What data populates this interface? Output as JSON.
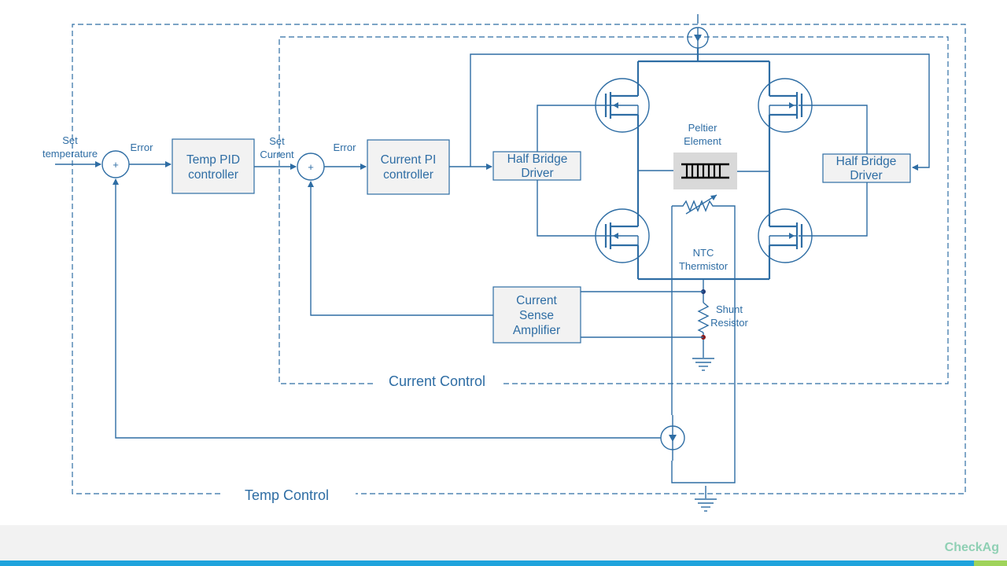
{
  "labels": {
    "set_temperature_1": "Set",
    "set_temperature_2": "temperature",
    "error_1": "Error",
    "set_current_1": "Set",
    "set_current_2": "Current",
    "error_2": "Error",
    "peltier_1": "Peltier",
    "peltier_2": "Element",
    "ntc_1": "NTC",
    "ntc_2": "Thermistor",
    "shunt_1": "Shunt",
    "shunt_2": "Resistor",
    "sum_symbol": "+"
  },
  "blocks": {
    "temp_pid_1": "Temp PID",
    "temp_pid_2": "controller",
    "current_pi_1": "Current PI",
    "current_pi_2": "controller",
    "hbd_left_1": "Half Bridge",
    "hbd_left_2": "Driver",
    "hbd_right_1": "Half Bridge",
    "hbd_right_2": "Driver",
    "csa_1": "Current",
    "csa_2": "Sense",
    "csa_3": "Amplifier"
  },
  "groups": {
    "current_control": "Current Control",
    "temp_control": "Temp Control"
  },
  "footer": {
    "brand": "CheckAg"
  },
  "colors": {
    "line": "#2e6da4",
    "block_fill": "#f2f2f2",
    "footer_bar": "#1fa3dc",
    "footer_accent": "#9fd35a",
    "brand": "#8fd0b4"
  }
}
